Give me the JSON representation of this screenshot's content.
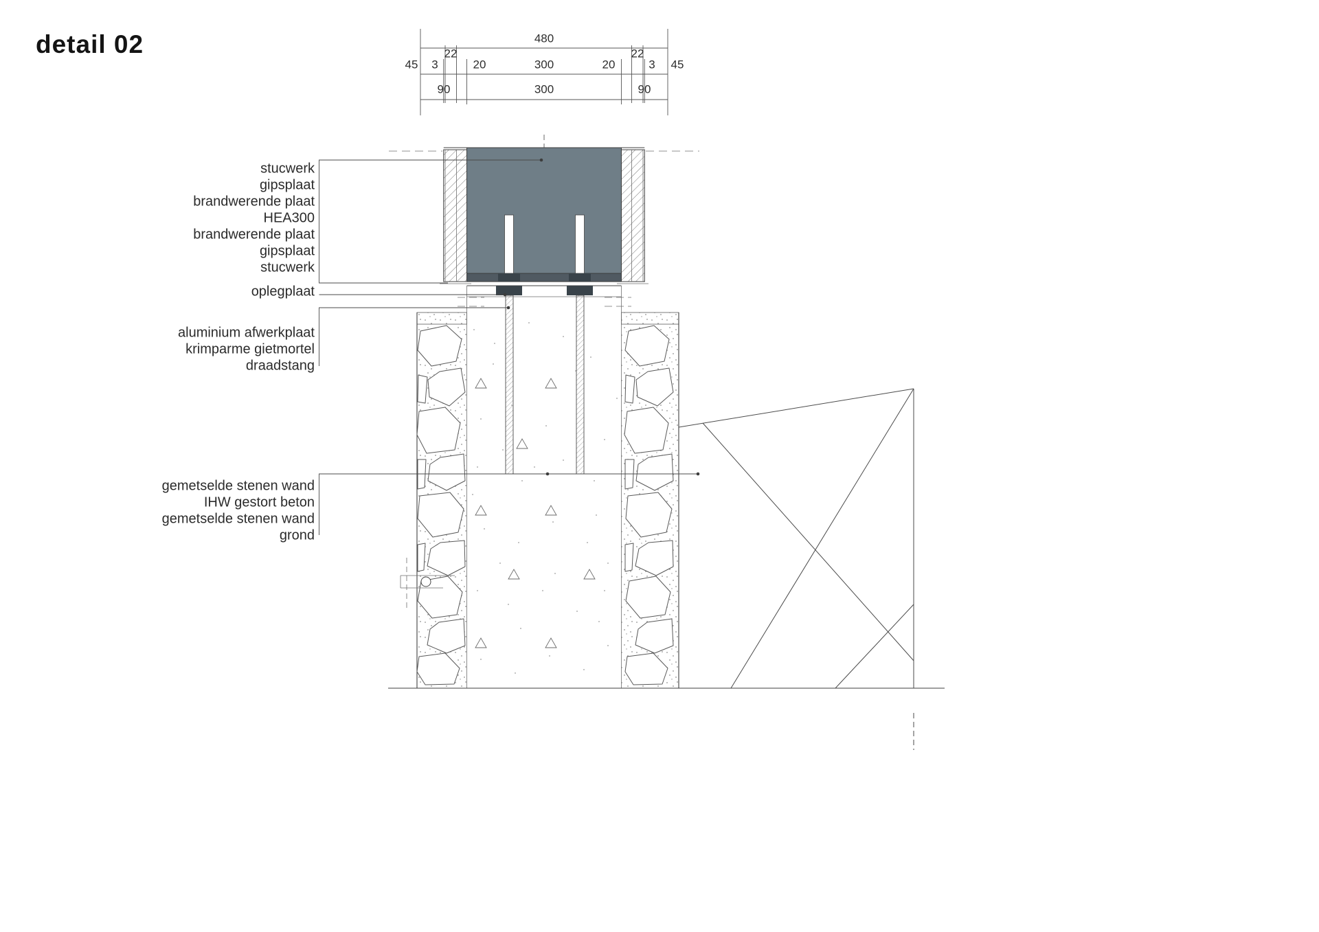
{
  "title": "detail 02",
  "dimensions": {
    "total": "480",
    "row2": [
      "45",
      "3",
      "22",
      "20",
      "300",
      "20",
      "22",
      "3",
      "45"
    ],
    "row3": [
      "90",
      "300",
      "90"
    ]
  },
  "labels": {
    "beam_stack": [
      "stucwerk",
      "gipsplaat",
      "brandwerende plaat",
      "HEA300",
      "brandwerende plaat",
      "gipsplaat",
      "stucwerk"
    ],
    "oplegplaat": "oplegplaat",
    "anchor_stack": [
      "aluminium afwerkplaat",
      "krimparme gietmortel",
      "draadstang"
    ],
    "base_stack": [
      "gemetselde stenen wand",
      "IHW gestort beton",
      "gemetselde stenen wand",
      "grond"
    ]
  },
  "colors": {
    "beam_fill": "#6f7e87",
    "beam_flange": "#505a62",
    "plate_dark": "#39434a"
  }
}
